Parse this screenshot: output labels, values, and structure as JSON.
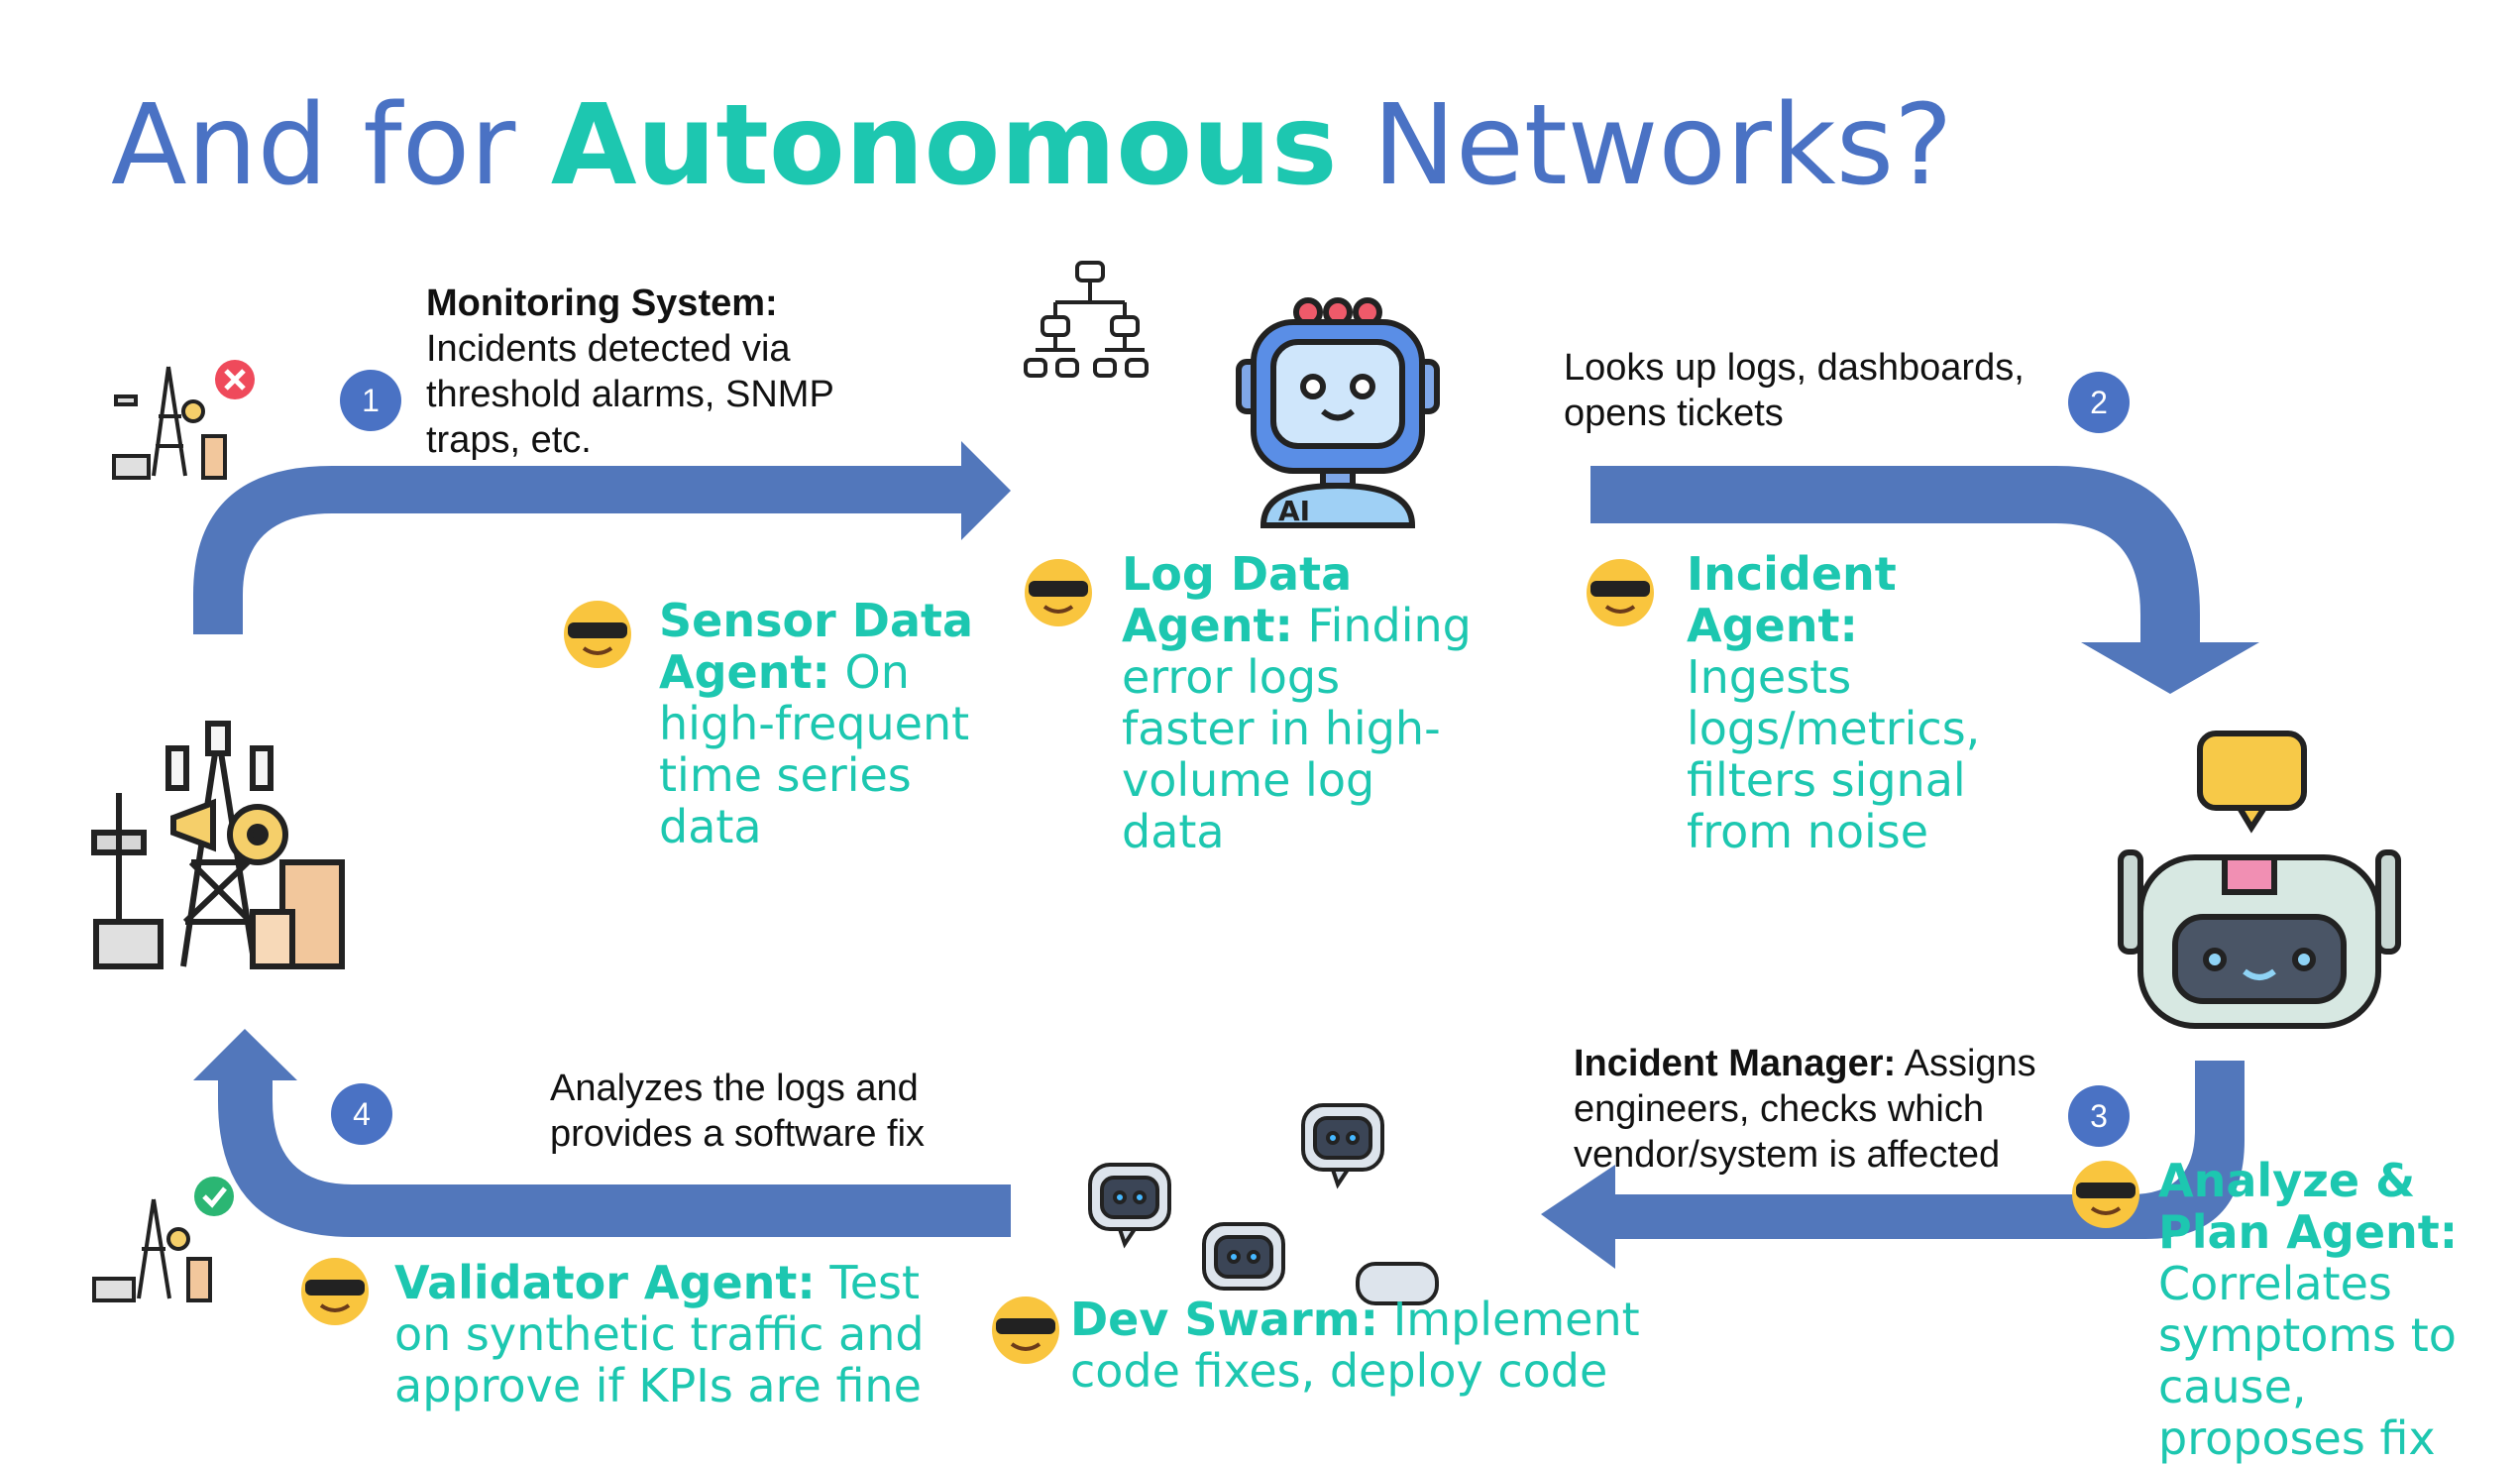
{
  "title": {
    "prefix": "And for",
    "accent": "Autonomous",
    "suffix": "Networks?"
  },
  "steps": {
    "step1": {
      "number": "1",
      "bold": "Monitoring System:",
      "text": "Incidents detected via threshold alarms, SNMP traps, etc."
    },
    "step2": {
      "number": "2",
      "text": "Looks up logs, dashboards, opens tickets"
    },
    "step3": {
      "number": "3",
      "bold": "Incident Manager:",
      "text": "Assigns engineers, checks which vendor/system is affected"
    },
    "step4": {
      "number": "4",
      "text": "Analyzes the logs and provides a software fix"
    }
  },
  "agents": {
    "sensor": {
      "name": "Sensor Data Agent:",
      "text": "On high-frequent time series data"
    },
    "logdata": {
      "name": "Log Data Agent:",
      "text": "Finding error logs faster in high-volume log data"
    },
    "incident": {
      "name": "Incident Agent:",
      "text": "Ingests logs/metrics, filters signal from noise"
    },
    "analyze": {
      "name": "Analyze & Plan Agent:",
      "text": "Correlates symptoms to cause, proposes fix"
    },
    "devswarm": {
      "name": "Dev Swarm:",
      "text": "Implement code fixes, deploy code"
    },
    "validator": {
      "name": "Validator Agent:",
      "text": "Test on synthetic traffic and approve if KPIs are fine"
    }
  },
  "robot_label": "AI",
  "colors": {
    "blue": "#4a72c4",
    "arrow": "#5277bb",
    "teal": "#1dc7b0"
  },
  "icons": [
    "cell-tower-error-icon",
    "cell-tower-icon",
    "cell-tower-ok-icon",
    "hierarchy-icon",
    "ai-robot-icon",
    "chat-robot-icon",
    "cool-emoji-icon",
    "small-robot-icon"
  ]
}
